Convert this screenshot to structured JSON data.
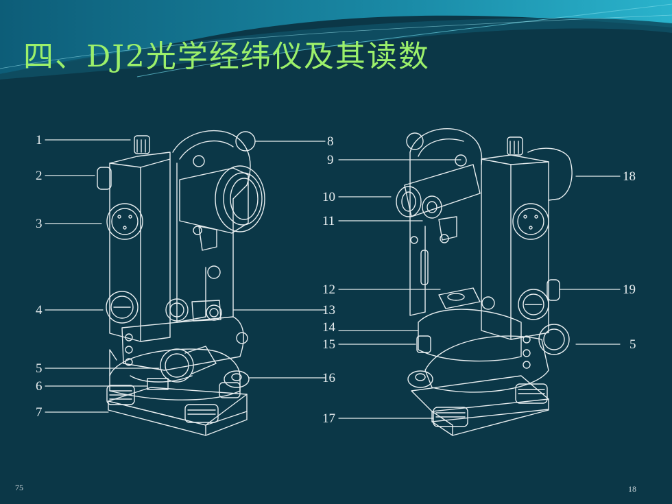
{
  "slide": {
    "title": "四、DJ2光学经纬仪及其读数",
    "footer_left": "75",
    "footer_right": "18"
  },
  "colors": {
    "background": "#0b3747",
    "title": "#9cf06a",
    "line": "#e8eef0"
  },
  "callouts_left_instrument": [
    "1",
    "2",
    "3",
    "4",
    "5",
    "6",
    "7",
    "8",
    "9",
    "10",
    "11",
    "12",
    "13",
    "14",
    "15",
    "16",
    "17"
  ],
  "callouts_right_instrument": [
    "18",
    "19",
    "5"
  ]
}
